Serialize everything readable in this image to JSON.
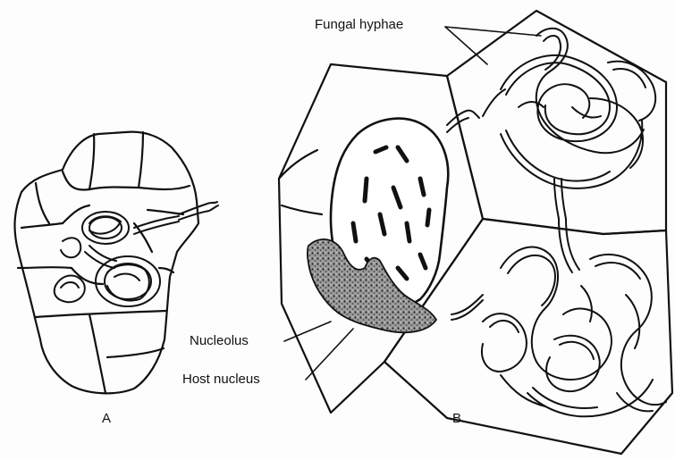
{
  "figure": {
    "panel_a_letter": "A",
    "panel_b_letter": "B",
    "labels": {
      "fungal_hyphae": "Fungal hyphae",
      "nucleolus": "Nucleolus",
      "host_nucleus": "Host nucleus"
    }
  }
}
